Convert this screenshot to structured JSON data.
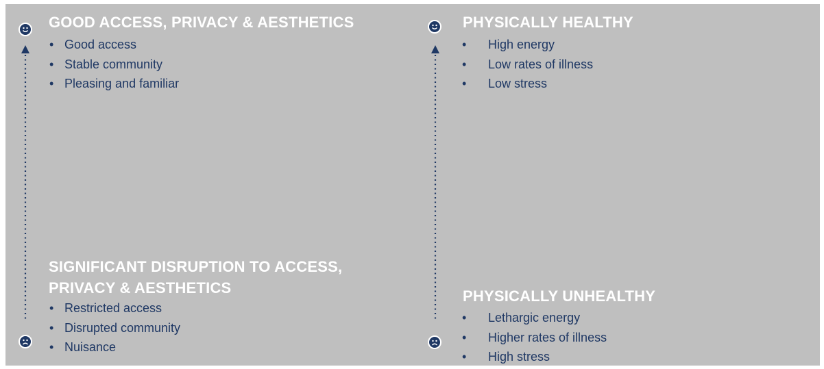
{
  "quadrants": {
    "left_top": {
      "face": "happy-face-icon",
      "heading": "GOOD ACCESS, PRIVACY & AESTHETICS",
      "items": [
        "Good access",
        "Stable community",
        "Pleasing and familiar"
      ]
    },
    "left_bottom": {
      "face": "sad-face-icon",
      "heading_line1": "SIGNIFICANT DISRUPTION TO ACCESS,",
      "heading_line2": "PRIVACY & AESTHETICS",
      "items": [
        "Restricted access",
        "Disrupted community",
        "Nuisance"
      ]
    },
    "right_top": {
      "face": "happy-face-icon",
      "heading": "PHYSICALLY HEALTHY",
      "items": [
        "High energy",
        "Low rates of illness",
        "Low stress"
      ]
    },
    "right_bottom": {
      "face": "sad-face-icon",
      "heading": "PHYSICALLY UNHEALTHY",
      "items": [
        "Lethargic energy",
        "Higher rates of illness",
        "High stress"
      ]
    }
  },
  "bullet": "•",
  "colors": {
    "panel": "#bfbfbf",
    "heading": "#ffffff",
    "text": "#1f3864",
    "arrow": "#1f3864"
  }
}
